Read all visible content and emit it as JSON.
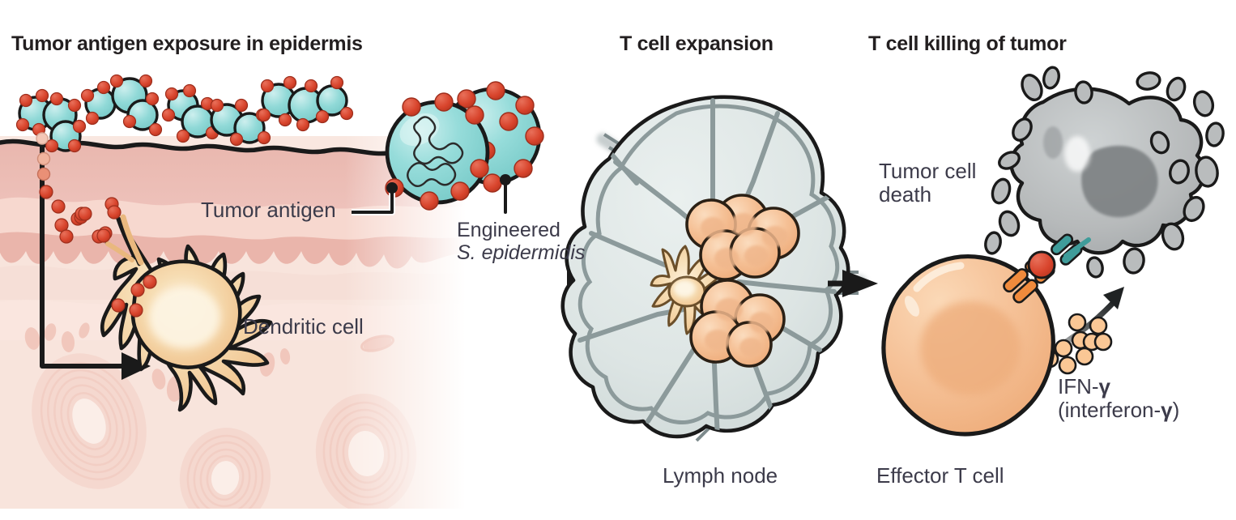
{
  "figure": {
    "type": "scientific-diagram",
    "subject": "Engineered S. epidermidis induced antitumor immunity",
    "background": "#ffffff"
  },
  "panels": {
    "one": {
      "title": "Tumor antigen exposure in epidermis",
      "labels": {
        "tumor_antigen": "Tumor antigen",
        "engineered_line1": "Engineered",
        "engineered_line2": "S. epidermidis",
        "dendritic_cell": "Dendritic cell"
      }
    },
    "two": {
      "title": "T cell expansion",
      "labels": {
        "lymph_node": "Lymph node"
      }
    },
    "three": {
      "title": "T cell killing of tumor",
      "labels": {
        "tumor_cell_death_line1": "Tumor cell",
        "tumor_cell_death_line2": "death",
        "effector_t_cell": "Effector T cell",
        "ifn_line1_pre": "IFN-",
        "ifn_line1_gamma": "γ",
        "ifn_line2_pre": "(interferon-",
        "ifn_line2_gamma": "γ",
        "ifn_line2_post": ")"
      }
    }
  },
  "colors": {
    "title_text": "#231f20",
    "label_text": "#3c3b4a",
    "bacteria_fill": "#8fd8d6",
    "bacteria_fill_light": "#b6e8e6",
    "antigen_dot": "#d8442c",
    "antigen_dot_dark": "#b8351f",
    "epidermis_top": "#e8b6ae",
    "epidermis_mid": "#f0cbc4",
    "dermis": "#f7e2da",
    "dendritic_cell": "#f0c392",
    "t_cell": "#f3b382",
    "lymph_node_fill": "#dde5e4",
    "lymph_node_stroke": "#7d8a8c",
    "tumor_gray": "#b9bcbd",
    "tumor_gray_dark": "#8d9193",
    "ifn_dot": "#fac795",
    "arrow_black": "#1a1a1a"
  },
  "graphics": {
    "skin_region": "epidermis and dermis cross-section with hair follicle rings",
    "bacteria_count_surface": 22,
    "large_bacteria_count": 2,
    "t_cell_clusters": 2,
    "t_cells_per_cluster": 4,
    "ifn_particle_count": 9,
    "flow_arrows": 3
  }
}
